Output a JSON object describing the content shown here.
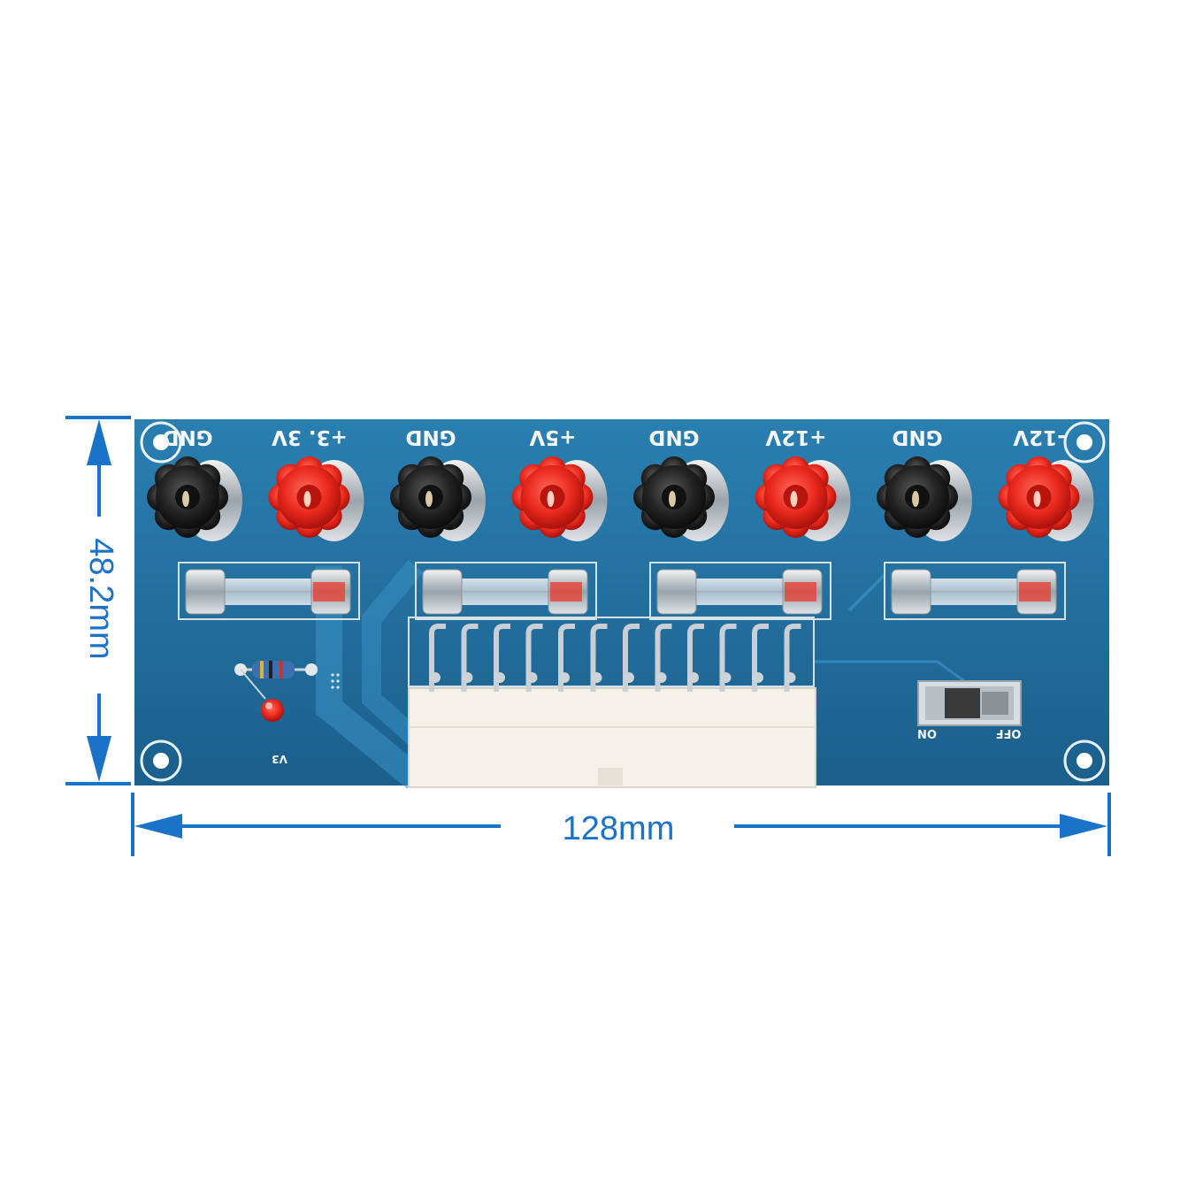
{
  "dimensions": {
    "width_label": "128mm",
    "height_label": "48.2mm",
    "line_color": "#1a73c7"
  },
  "board": {
    "pcb_color": "#1d6b9a",
    "terminals": [
      {
        "label": "GND",
        "color": "black"
      },
      {
        "label": "+3. 3V",
        "color": "red"
      },
      {
        "label": "GND",
        "color": "black"
      },
      {
        "label": "+5V",
        "color": "red"
      },
      {
        "label": "GND",
        "color": "black"
      },
      {
        "label": "+12V",
        "color": "red"
      },
      {
        "label": "GND",
        "color": "black"
      },
      {
        "label": "-12V",
        "color": "red"
      }
    ],
    "fuse_count": 4,
    "connector_pins": 12,
    "switch": {
      "on_label": "ON",
      "off_label": "OFF"
    },
    "version_label": "V3"
  }
}
